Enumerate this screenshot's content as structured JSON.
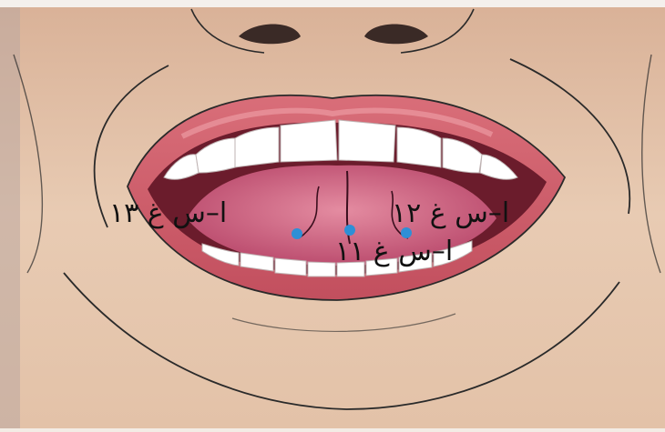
{
  "colors": {
    "skin": "#e6c7ae",
    "skin_shadow": "#cfa48c",
    "lips": "#d2606b",
    "lip_highlight": "#eb8f97",
    "mouth_dark": "#6b1c2c",
    "tongue": "#c85672",
    "tongue_light": "#e07e95",
    "teeth": "#ffffff",
    "point": "#2e8fd6",
    "line": "#2a2a2a"
  },
  "labels": {
    "left": "ا–س غ ١٣",
    "right": "ا–س غ ١٢",
    "middle": "ا–س غ ١١"
  }
}
